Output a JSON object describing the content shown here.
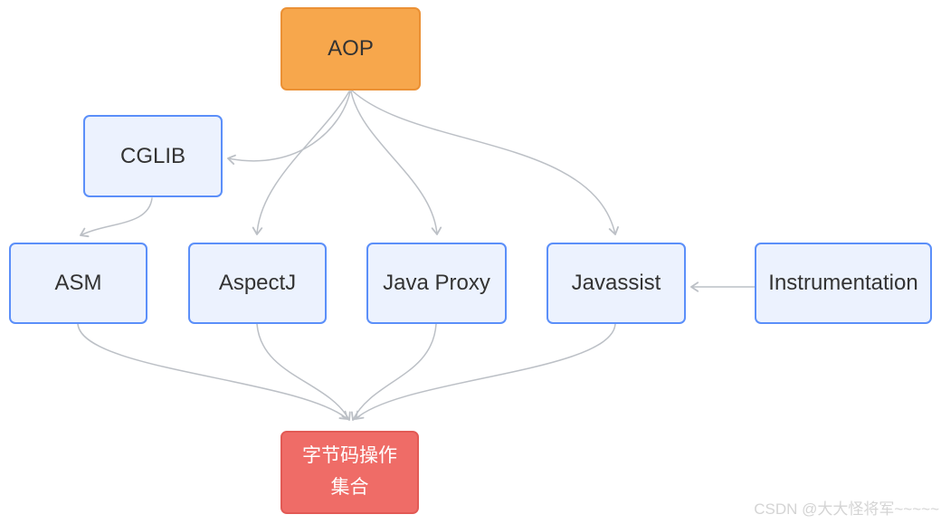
{
  "diagram": {
    "title": "AOP bytecode technology relationship diagram",
    "nodes": [
      {
        "id": "aop",
        "label": "AOP",
        "fill": "#F7A74C",
        "border": "#EB9135",
        "text_color": "#333333"
      },
      {
        "id": "cglib",
        "label": "CGLIB",
        "fill": "#ECF2FE",
        "border": "#5B8FF9",
        "text_color": "#333333"
      },
      {
        "id": "asm",
        "label": "ASM",
        "fill": "#ECF2FE",
        "border": "#5B8FF9",
        "text_color": "#333333"
      },
      {
        "id": "aspectj",
        "label": "AspectJ",
        "fill": "#ECF2FE",
        "border": "#5B8FF9",
        "text_color": "#333333"
      },
      {
        "id": "java-proxy",
        "label": "Java Proxy",
        "fill": "#ECF2FE",
        "border": "#5B8FF9",
        "text_color": "#333333"
      },
      {
        "id": "javassist",
        "label": "Javassist",
        "fill": "#ECF2FE",
        "border": "#5B8FF9",
        "text_color": "#333333"
      },
      {
        "id": "instrumentation",
        "label": "Instrumentation",
        "fill": "#ECF2FE",
        "border": "#5B8FF9",
        "text_color": "#333333"
      },
      {
        "id": "bytecode-collection",
        "label": "字节码操作 集合",
        "label_line1": "字节码操作",
        "label_line2": "集合",
        "fill": "#EF6C67",
        "border": "#E25A55",
        "text_color": "#FFFFFF"
      }
    ],
    "edges": [
      {
        "from": "aop",
        "to": "cglib"
      },
      {
        "from": "aop",
        "to": "aspectj"
      },
      {
        "from": "aop",
        "to": "java-proxy"
      },
      {
        "from": "aop",
        "to": "javassist"
      },
      {
        "from": "cglib",
        "to": "asm"
      },
      {
        "from": "instrumentation",
        "to": "javassist"
      },
      {
        "from": "asm",
        "to": "bytecode-collection"
      },
      {
        "from": "aspectj",
        "to": "bytecode-collection"
      },
      {
        "from": "java-proxy",
        "to": "bytecode-collection"
      },
      {
        "from": "javassist",
        "to": "bytecode-collection"
      }
    ],
    "edge_color": "#BCC0C6",
    "background_color": "#FFFFFF"
  },
  "watermark": {
    "text": "CSDN @大大怪将军~~~~~"
  }
}
